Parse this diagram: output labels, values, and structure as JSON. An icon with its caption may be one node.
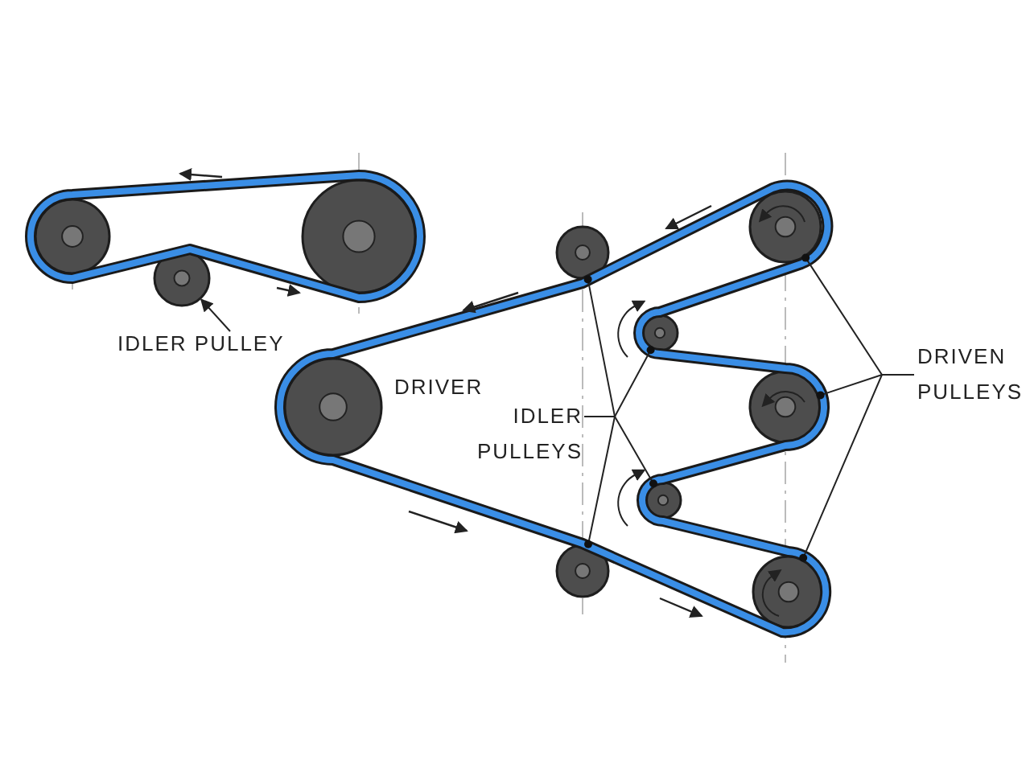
{
  "diagram": {
    "nodes": [
      {
        "text": [
          "IDLER PULLEY"
        ]
      },
      {
        "text": [],
        "shape": "circle"
      },
      {
        "text": [
          "IDLER PULLEYS"
        ]
      },
      {
        "text": [],
        "shape": "circle"
      },
      {
        "text": [],
        "shape": "circle"
      },
      {
        "text": [],
        "shape": "circle"
      },
      {
        "text": [],
        "shape": "circle"
      },
      {
        "text": [
          "DRIVEN PULLEYS"
        ]
      },
      {
        "text": [],
        "shape": "circle"
      },
      {
        "text": [],
        "shape": "circle"
      },
      {
        "text": [],
        "shape": "circle"
      },
      {
        "text": [],
        "shape": "circle"
      },
      {
        "text": [],
        "shape": "circle"
      },
      {
        "text": [],
        "shape": "circle",
        "beside": [
          "DRIVER"
        ]
      }
    ],
    "edges": [
      {
        "from": 0,
        "to": 1,
        "arrow": "to"
      },
      {
        "from": 2,
        "to": 3,
        "arrow": "other"
      },
      {
        "from": 2,
        "to": 4,
        "arrow": "other"
      },
      {
        "from": 2,
        "to": 5,
        "arrow": "other"
      },
      {
        "from": 2,
        "to": 6,
        "arrow": "other"
      },
      {
        "from": 7,
        "to": 8,
        "arrow": "other"
      },
      {
        "from": 7,
        "to": 9,
        "arrow": "other"
      },
      {
        "from": 7,
        "to": 10,
        "arrow": "other"
      }
    ]
  }
}
